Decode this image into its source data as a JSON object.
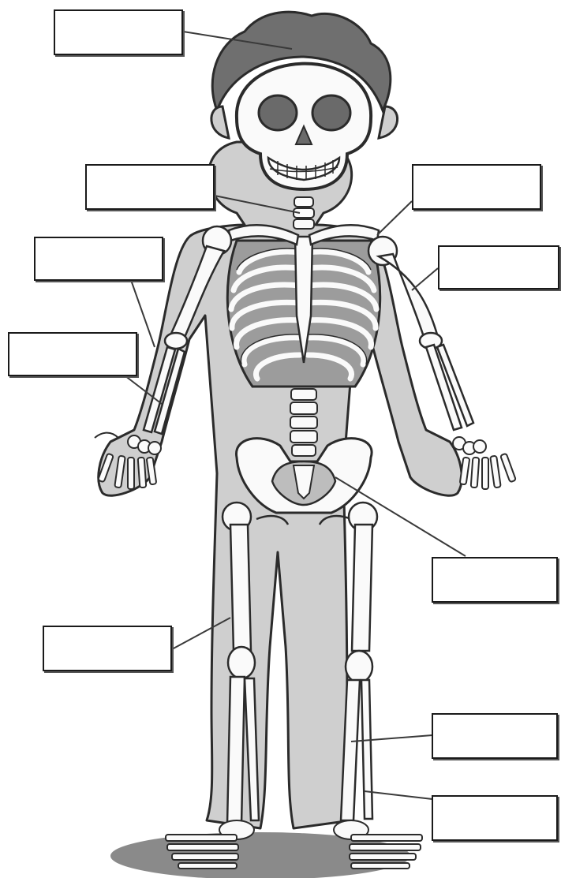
{
  "worksheet": {
    "labels": [
      {
        "id": "skull",
        "text": ""
      },
      {
        "id": "spine",
        "text": ""
      },
      {
        "id": "collarbone",
        "text": ""
      },
      {
        "id": "humerus",
        "text": ""
      },
      {
        "id": "shoulder-arm",
        "text": ""
      },
      {
        "id": "forearm",
        "text": ""
      },
      {
        "id": "pelvis",
        "text": ""
      },
      {
        "id": "femur",
        "text": ""
      },
      {
        "id": "tibia",
        "text": ""
      },
      {
        "id": "foot",
        "text": ""
      }
    ]
  },
  "colors": {
    "body": "#cfcfcf",
    "bone": "#fafafa",
    "outline": "#2b2b2b",
    "hair": "#6f6f6f",
    "ribs": "#9c9c9c",
    "shadow": "#8a8a8a"
  }
}
